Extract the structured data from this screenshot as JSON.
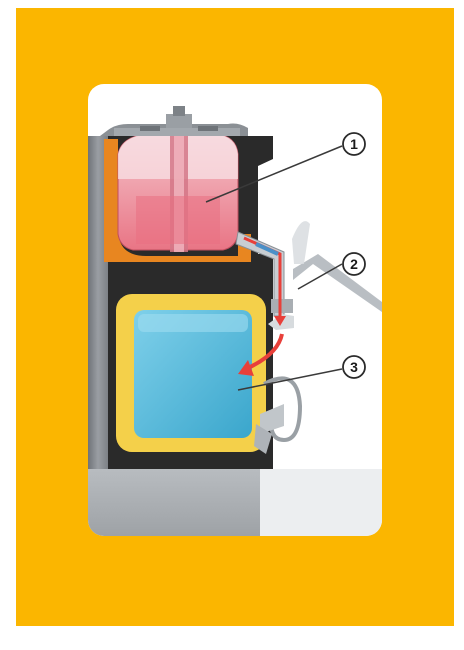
{
  "colors": {
    "background": "#FBB600",
    "card": "#FFFFFF",
    "frame_dark": "#2A2A2A",
    "orange_tray": "#E88620",
    "reservoir_liquid": "#EE8E9A",
    "reservoir_glass": "#F5D8DC",
    "yellow_seal": "#F4D04A",
    "blue_chamber": "#4FB7DA",
    "gray_wall": "#8E9196",
    "flow_arrow": "#E8403A",
    "pipe": "#C8CDD2"
  },
  "callouts": [
    {
      "label": "1"
    },
    {
      "label": "2"
    },
    {
      "label": "3"
    }
  ]
}
